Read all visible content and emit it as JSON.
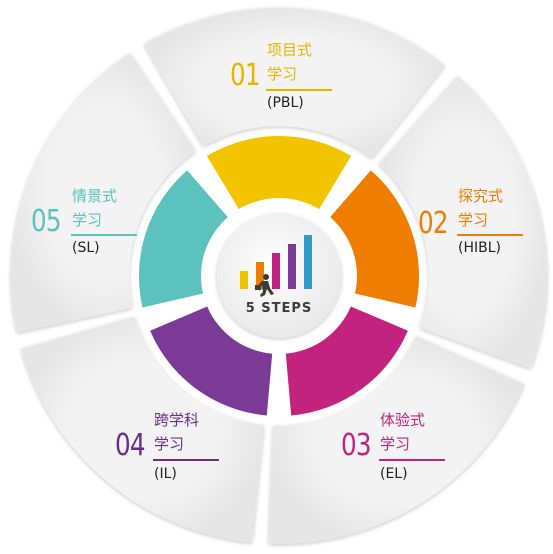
{
  "center": {
    "label": "5 STEPS"
  },
  "steps": [
    {
      "number": "01",
      "title_line1": "项目式",
      "title_line2": "学习",
      "abbr": "(PBL)",
      "color": "#e8b400"
    },
    {
      "number": "02",
      "title_line1": "探究式",
      "title_line2": "学习",
      "abbr": "(HIBL)",
      "color": "#ef7d00"
    },
    {
      "number": "03",
      "title_line1": "体验式",
      "title_line2": "学习",
      "abbr": "(EL)",
      "color": "#c2237f"
    },
    {
      "number": "04",
      "title_line1": "跨学科",
      "title_line2": "学习",
      "abbr": "(IL)",
      "color": "#6a2d8f"
    },
    {
      "number": "05",
      "title_line1": "情景式",
      "title_line2": "学习",
      "abbr": "(SL)",
      "color": "#5cc2bd"
    }
  ],
  "colors": {
    "ring_yellow": "#f2c400",
    "ring_orange": "#ef7d00",
    "ring_magenta": "#c2237f",
    "ring_purple": "#7b3a96",
    "ring_teal": "#5cc2bd",
    "outer_segment": "#efefef"
  }
}
